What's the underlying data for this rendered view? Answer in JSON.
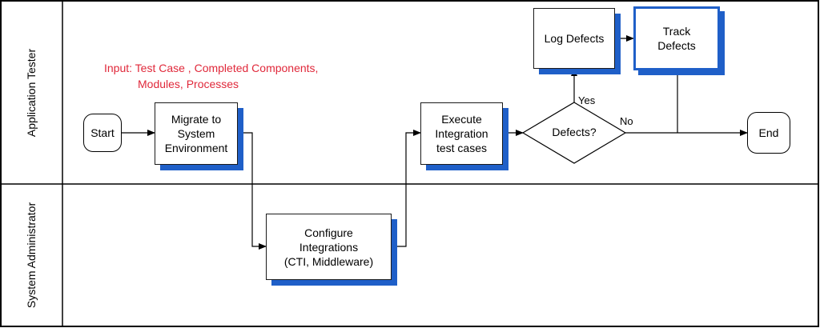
{
  "lanes": [
    {
      "label": "Application Tester"
    },
    {
      "label": "System Administrator"
    }
  ],
  "note": {
    "line1": "Input: Test Case , Completed Components,",
    "line2": "Modules, Processes"
  },
  "nodes": {
    "start": "Start",
    "migrate": [
      "Migrate to",
      "System",
      "Environment"
    ],
    "configure": [
      "Configure",
      "Integrations",
      "(CTI, Middleware)"
    ],
    "execute": [
      "Execute",
      "Integration",
      "test cases"
    ],
    "decision": "Defects?",
    "log": "Log Defects",
    "track": [
      "Track",
      "Defects"
    ],
    "end": "End"
  },
  "edge_labels": {
    "yes": "Yes",
    "no": "No"
  },
  "colors": {
    "shadow": "#1f5fc8",
    "note": "#e0283a"
  }
}
